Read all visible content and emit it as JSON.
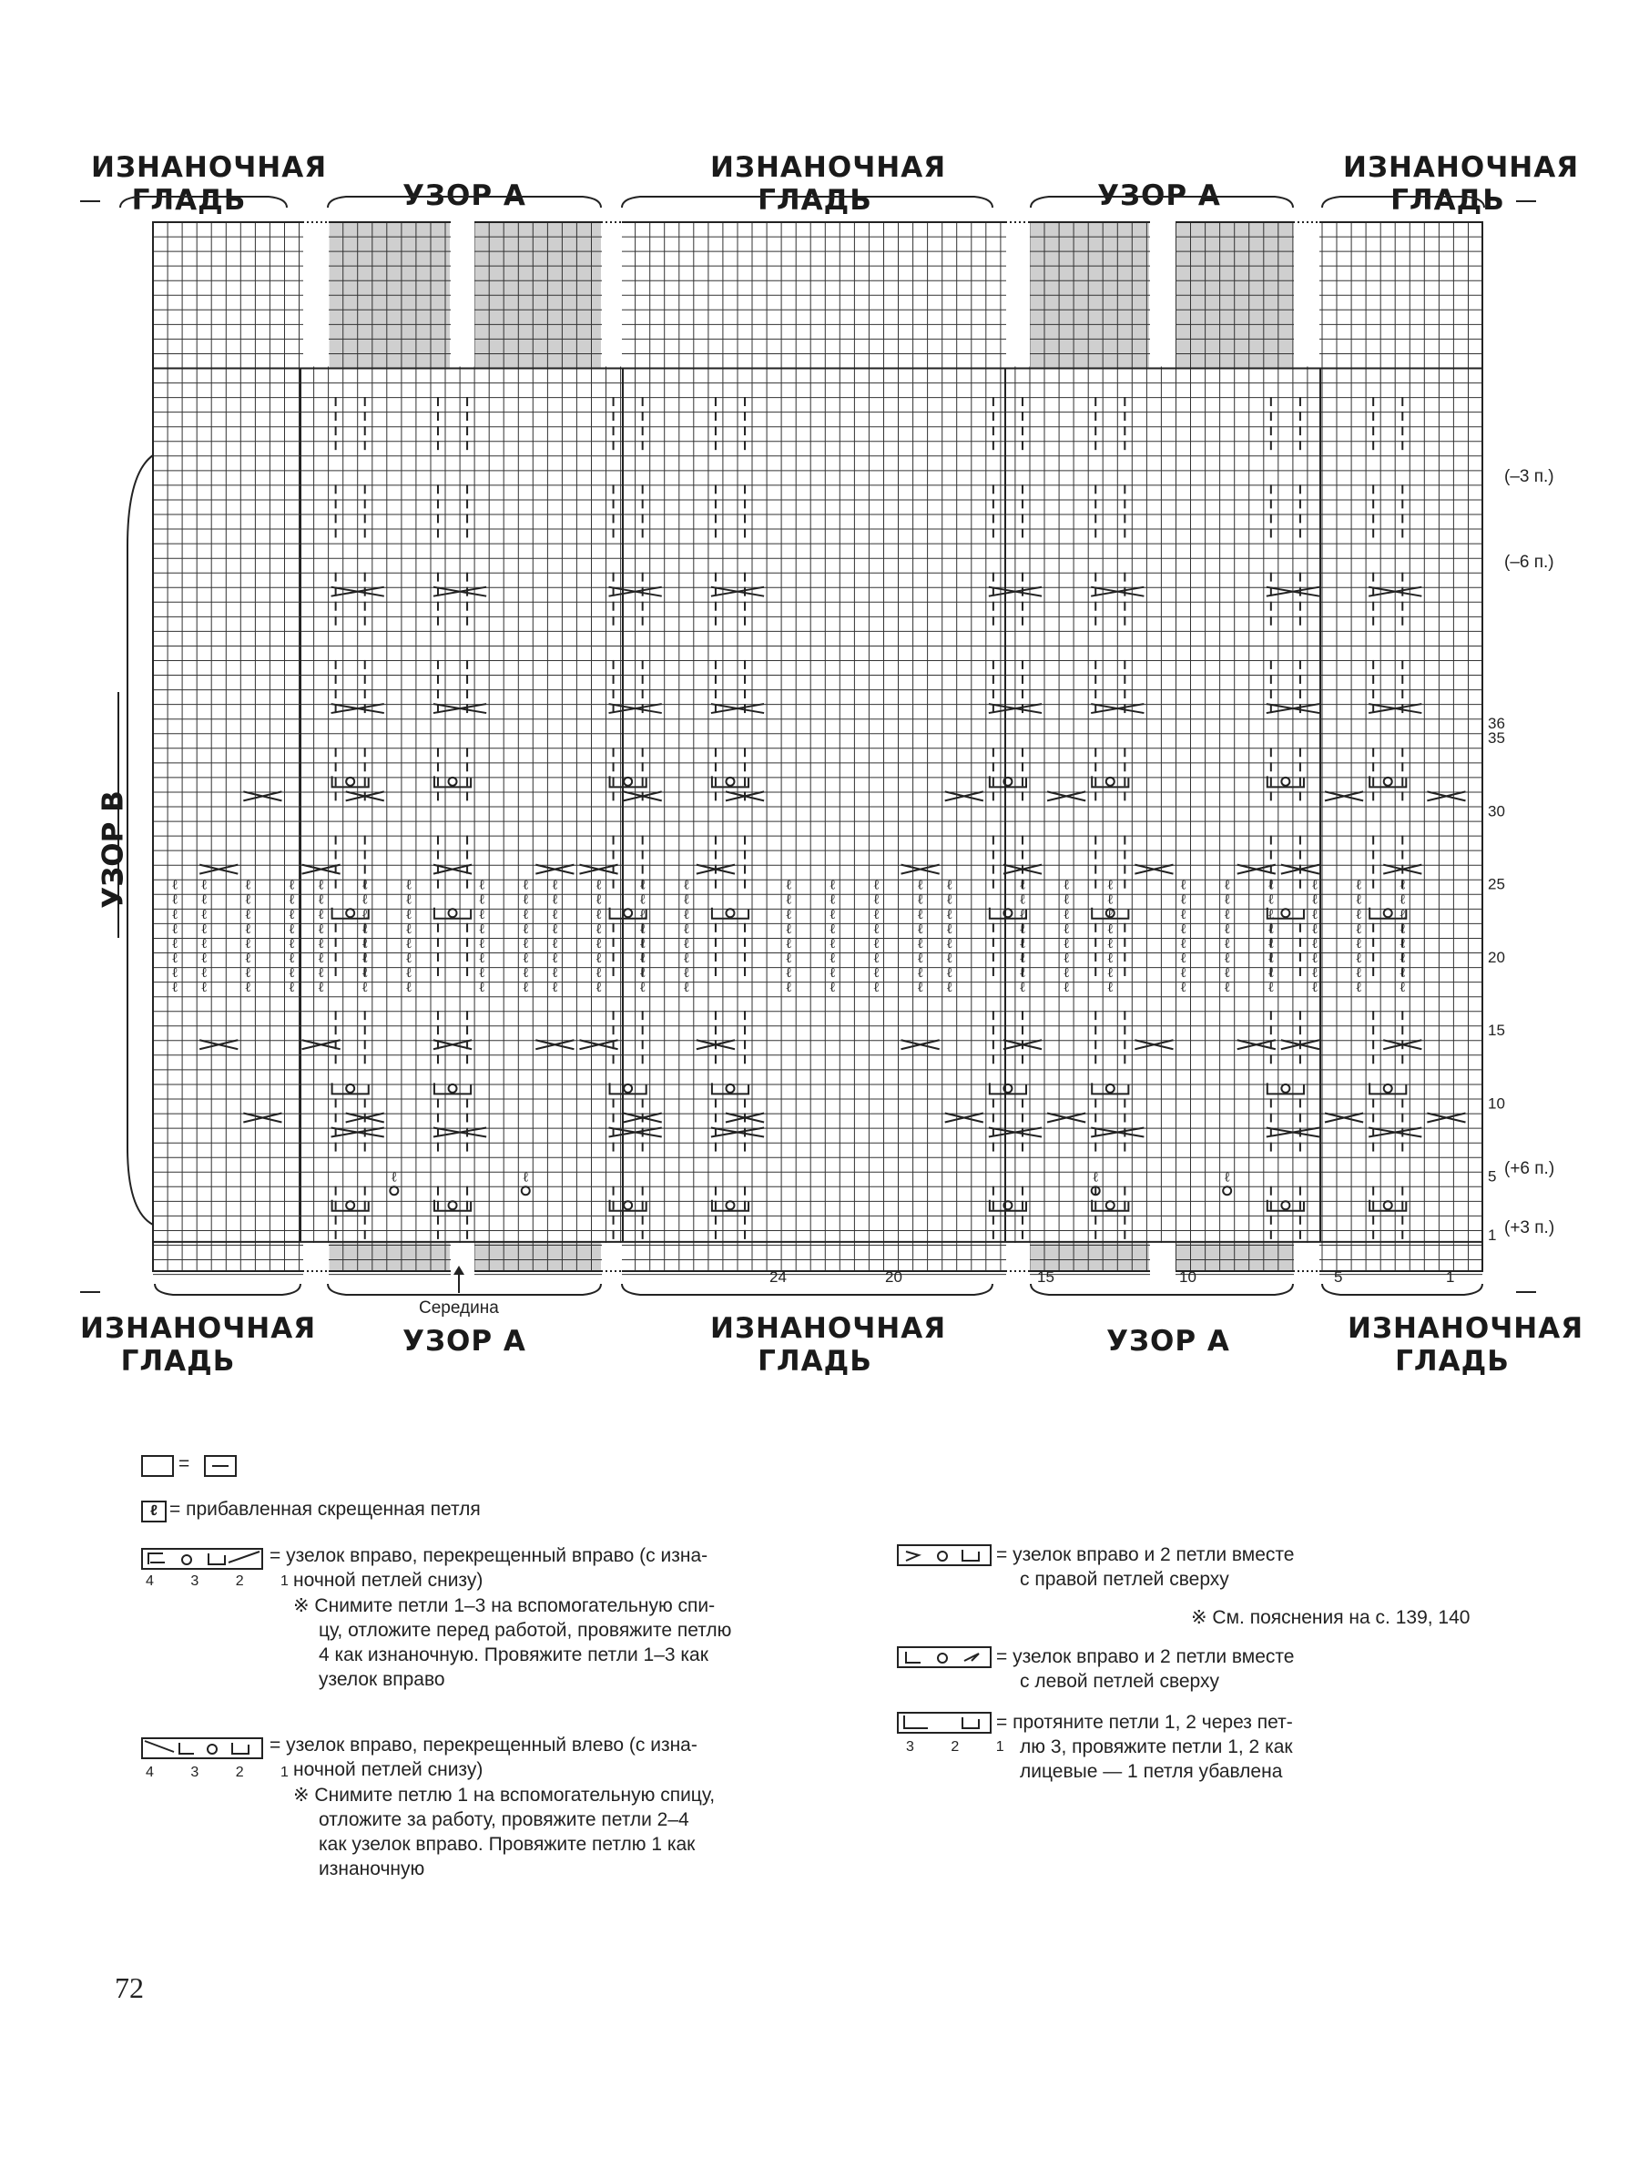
{
  "headers_top": [
    {
      "id": "left",
      "l1": "ИЗНАНОЧНАЯ",
      "l2": "ГЛАДЬ"
    },
    {
      "id": "uzor-a-1",
      "l1": "УЗОР А"
    },
    {
      "id": "center",
      "l1": "ИЗНАНОЧНАЯ",
      "l2": "ГЛАДЬ"
    },
    {
      "id": "uzor-a-2",
      "l1": "УЗОР А"
    },
    {
      "id": "right",
      "l1": "ИЗНАНОЧНАЯ",
      "l2": "ГЛАДЬ"
    }
  ],
  "headers_bottom": [
    {
      "id": "left",
      "l1": "ИЗНАНОЧНАЯ",
      "l2": "ГЛАДЬ"
    },
    {
      "id": "uzor-a-1",
      "l1": "УЗОР А"
    },
    {
      "id": "center",
      "l1": "ИЗНАНОЧНАЯ",
      "l2": "ГЛАДЬ"
    },
    {
      "id": "uzor-a-2",
      "l1": "УЗОР А"
    },
    {
      "id": "right",
      "l1": "ИЗНАНОЧНАЯ",
      "l2": "ГЛАДЬ"
    }
  ],
  "side_label": "УЗОР В",
  "middle_label": "Середина",
  "row_numbers": [
    "36",
    "35",
    "30",
    "25",
    "20",
    "15",
    "10",
    "5",
    "1"
  ],
  "row_notes": [
    "(–3 п.)",
    "(–6 п.)",
    "(+6 п.)",
    "(+3 п.)"
  ],
  "col_numbers": [
    "24",
    "20",
    "15",
    "10",
    "5",
    "1"
  ],
  "legend": {
    "eq_sign": "=",
    "twisted": "= прибавленная скрещенная петля",
    "right_knot_cross_right_1": "= узелок вправо, перекрещенный вправо (с изна-",
    "right_knot_cross_right_2": "ночной петлей снизу)",
    "right_knot_cross_right_note": [
      "※ Снимите петли 1–3 на вспомогательную спи-",
      "цу, отложите перед работой, провяжите петлю",
      "4 как изнаночную. Провяжите петли 1–3 как",
      "узелок вправо"
    ],
    "right_knot_cross_left_1": "= узелок вправо, перекрещенный влево (с изна-",
    "right_knot_cross_left_2": "ночной петлей снизу)",
    "right_knot_cross_left_note": [
      "※ Снимите петлю 1 на вспомогательную спицу,",
      "отложите за работу, провяжите петли 2–4",
      "как узелок вправо. Провяжите петлю 1 как",
      "изнаночную"
    ],
    "knot_right_2tog_right_1": "= узелок вправо и 2 петли вместе",
    "knot_right_2tog_right_2": "с правой петлей сверху",
    "see_note": "※ См. пояснения на с. 139, 140",
    "knot_right_2tog_left_1": "= узелок вправо и 2 петли вместе",
    "knot_right_2tog_left_2": "с левой петлей сверху",
    "pull_over_1": "= протяните петли 1, 2 через пет-",
    "pull_over_2": "лю 3, провяжите петли 1, 2 как",
    "pull_over_3": "лицевые — 1 петля убавлена",
    "nums4": "4 3 2 1",
    "nums3": "3 2 1"
  },
  "page_number": "72"
}
